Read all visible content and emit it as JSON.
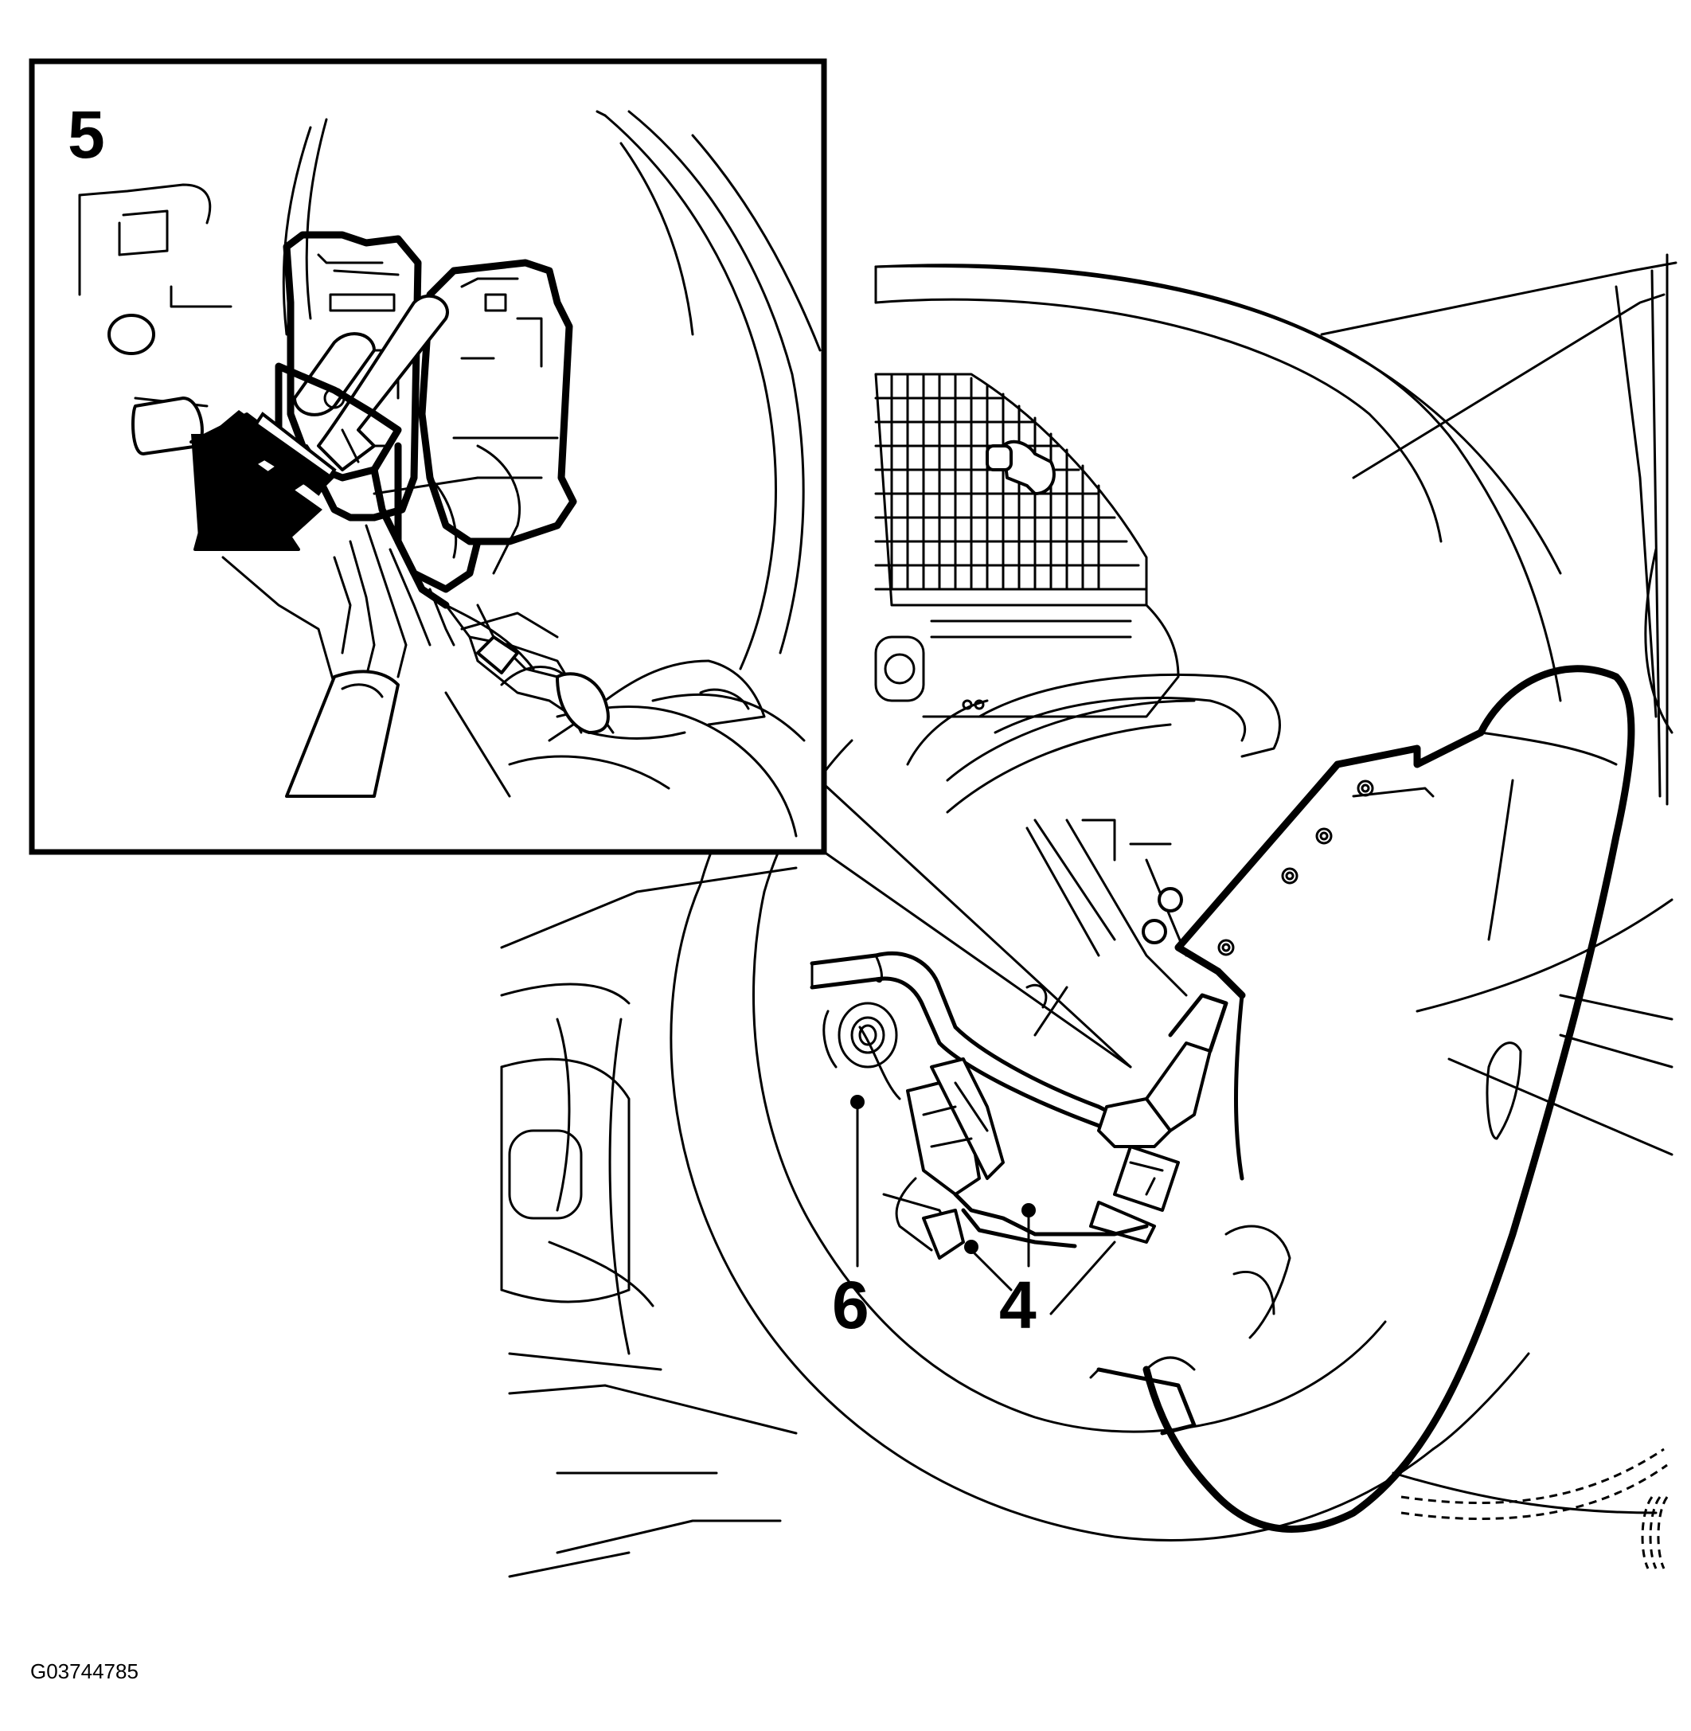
{
  "callouts": {
    "step_4": "4",
    "step_5": "5",
    "step_6": "6"
  },
  "figure_id": "G03744785",
  "colors": {
    "line": "#000000",
    "background": "#ffffff"
  }
}
